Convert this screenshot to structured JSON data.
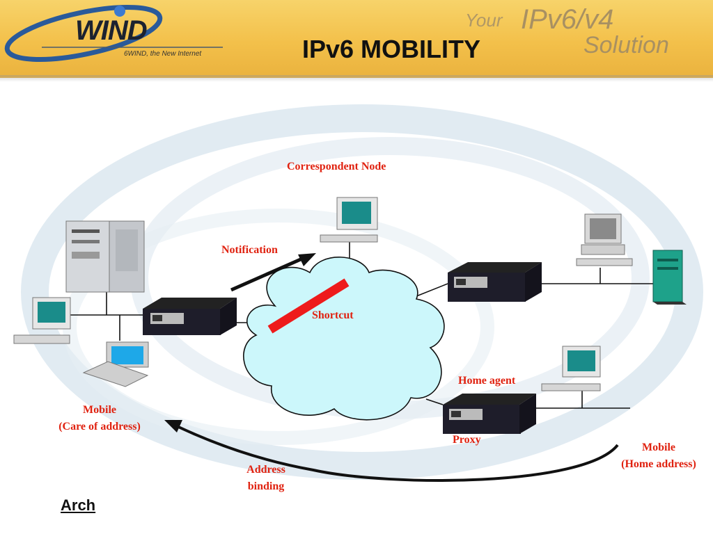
{
  "header": {
    "logo_name": "WIND",
    "logo_tagline": "6WIND, the New Internet",
    "tagline_your": "Your",
    "tagline_ipv6v4": "IPv6/v4",
    "tagline_solution": "Solution"
  },
  "title": "IPv6 MOBILITY",
  "labels": {
    "correspondent_node": "Correspondent Node",
    "notification": "Notification",
    "shortcut": "Shortcut",
    "home_agent": "Home agent",
    "proxy": "Proxy",
    "mobile_care_line1": "Mobile",
    "mobile_care_line2": "(Care of address)",
    "mobile_home_line1": "Mobile",
    "mobile_home_line2": "(Home address)",
    "address_binding_line1": "Address",
    "address_binding_line2": "binding"
  },
  "footer": {
    "link": "Arch"
  },
  "colors": {
    "label_red": "#e02210",
    "cloud_fill": "#ccf7fb",
    "shortcut_bar": "#ee1b1b",
    "header_gold": "#f3c04a"
  }
}
